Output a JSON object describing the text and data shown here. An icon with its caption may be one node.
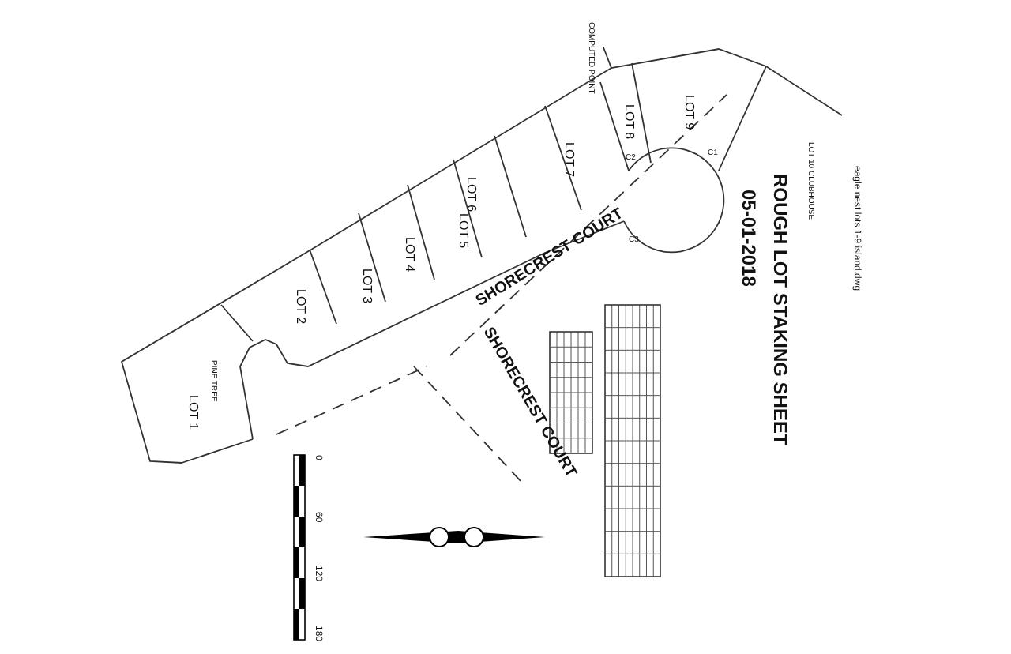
{
  "diagram": {
    "title": "ROUGH LOT STAKING SHEET",
    "labels": [
      "05-01-2018",
      "eagle nest lots 1-9 island.dwg",
      "COMPUTED POINT",
      "LOT 9",
      "LOT 8",
      "LOT 7",
      "LOT 6",
      "LOT 5",
      "LOT 4",
      "LOT 3",
      "LOT 2",
      "LOT 1",
      "LOT 10 CLUBHOUSE",
      "SHORECREST COURT",
      "SHORECREST COURT",
      "PINE TREE",
      "C1",
      "C2",
      "C3",
      "0",
      "60",
      "120",
      "180"
    ]
  }
}
